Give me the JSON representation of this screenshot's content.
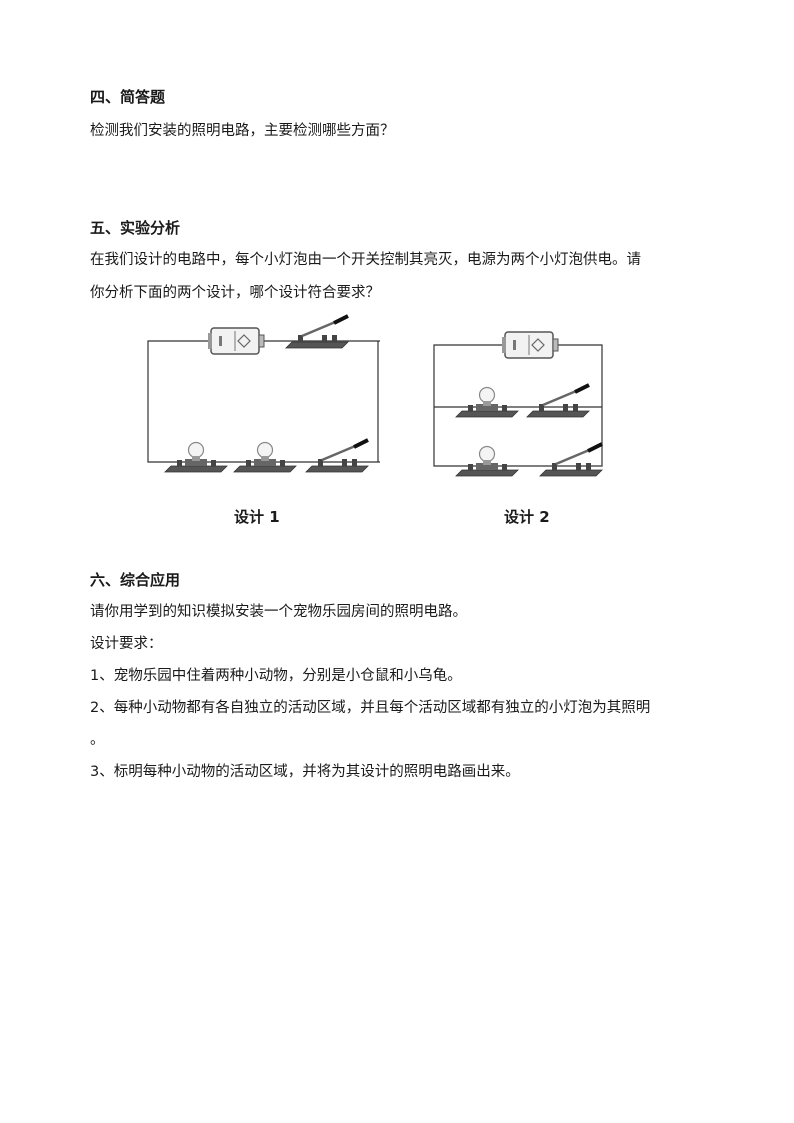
{
  "section4": {
    "heading": "四、简答题",
    "question": "检测我们安装的照明电路，主要检测哪些方面？"
  },
  "section5": {
    "heading": "五、实验分析",
    "line1": "在我们设计的电路中，每个小灯泡由一个开关控制其亮灭，电源为两个小灯泡供电。请",
    "line2": "你分析下面的两个设计，哪个设计符合要求？",
    "design1_caption": "设计 1",
    "design2_caption": "设计 2"
  },
  "section6": {
    "heading": "六、综合应用",
    "intro": "请你用学到的知识模拟安装一个宠物乐园房间的照明电路。",
    "req_title": "设计要求：",
    "req1": "1、宠物乐园中住着两种小动物，分别是小仓鼠和小乌龟。",
    "req2_line1": "2、每种小动物都有各自独立的活动区域，并且每个活动区域都有独立的小灯泡为其照明",
    "req2_line2": "。",
    "req3": "3、标明每种小动物的活动区域，并将为其设计的照明电路画出来。"
  }
}
